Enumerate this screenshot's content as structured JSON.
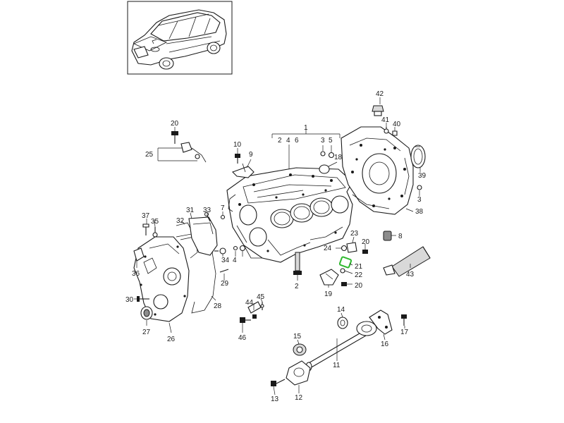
{
  "callouts": [
    {
      "id": "c1",
      "text": "1"
    },
    {
      "id": "c2",
      "text": "2"
    },
    {
      "id": "c2b",
      "text": "2"
    },
    {
      "id": "c3",
      "text": "3"
    },
    {
      "id": "c3b",
      "text": "3"
    },
    {
      "id": "c4",
      "text": "4"
    },
    {
      "id": "c4b",
      "text": "4"
    },
    {
      "id": "c5",
      "text": "5"
    },
    {
      "id": "c6",
      "text": "6"
    },
    {
      "id": "c7",
      "text": "7"
    },
    {
      "id": "c8",
      "text": "8"
    },
    {
      "id": "c9",
      "text": "9"
    },
    {
      "id": "c10",
      "text": "10"
    },
    {
      "id": "c11",
      "text": "11"
    },
    {
      "id": "c12",
      "text": "12"
    },
    {
      "id": "c13",
      "text": "13"
    },
    {
      "id": "c14",
      "text": "14"
    },
    {
      "id": "c15",
      "text": "15"
    },
    {
      "id": "c16",
      "text": "16"
    },
    {
      "id": "c17",
      "text": "17"
    },
    {
      "id": "c18",
      "text": "18"
    },
    {
      "id": "c19",
      "text": "19"
    },
    {
      "id": "c20a",
      "text": "20"
    },
    {
      "id": "c20b",
      "text": "20"
    },
    {
      "id": "c20c",
      "text": "20"
    },
    {
      "id": "c21",
      "text": "21"
    },
    {
      "id": "c22",
      "text": "22"
    },
    {
      "id": "c23",
      "text": "23"
    },
    {
      "id": "c24",
      "text": "24"
    },
    {
      "id": "c25",
      "text": "25"
    },
    {
      "id": "c26",
      "text": "26"
    },
    {
      "id": "c27",
      "text": "27"
    },
    {
      "id": "c28",
      "text": "28"
    },
    {
      "id": "c29",
      "text": "29"
    },
    {
      "id": "c30",
      "text": "30"
    },
    {
      "id": "c31",
      "text": "31"
    },
    {
      "id": "c32",
      "text": "32"
    },
    {
      "id": "c33",
      "text": "33"
    },
    {
      "id": "c34",
      "text": "34"
    },
    {
      "id": "c35",
      "text": "35"
    },
    {
      "id": "c36",
      "text": "36"
    },
    {
      "id": "c37",
      "text": "37"
    },
    {
      "id": "c38",
      "text": "38"
    },
    {
      "id": "c39",
      "text": "39"
    },
    {
      "id": "c40",
      "text": "40"
    },
    {
      "id": "c41",
      "text": "41"
    },
    {
      "id": "c42",
      "text": "42"
    },
    {
      "id": "c43",
      "text": "43"
    },
    {
      "id": "c44",
      "text": "44"
    },
    {
      "id": "c45",
      "text": "45"
    },
    {
      "id": "c46",
      "text": "46"
    }
  ],
  "highlighted_part": "21",
  "colors": {
    "line": "#1a1a1a",
    "highlight": "#2fb82f",
    "background": "#ffffff"
  },
  "icons": [
    "vehicle-thumbnail-icon"
  ]
}
